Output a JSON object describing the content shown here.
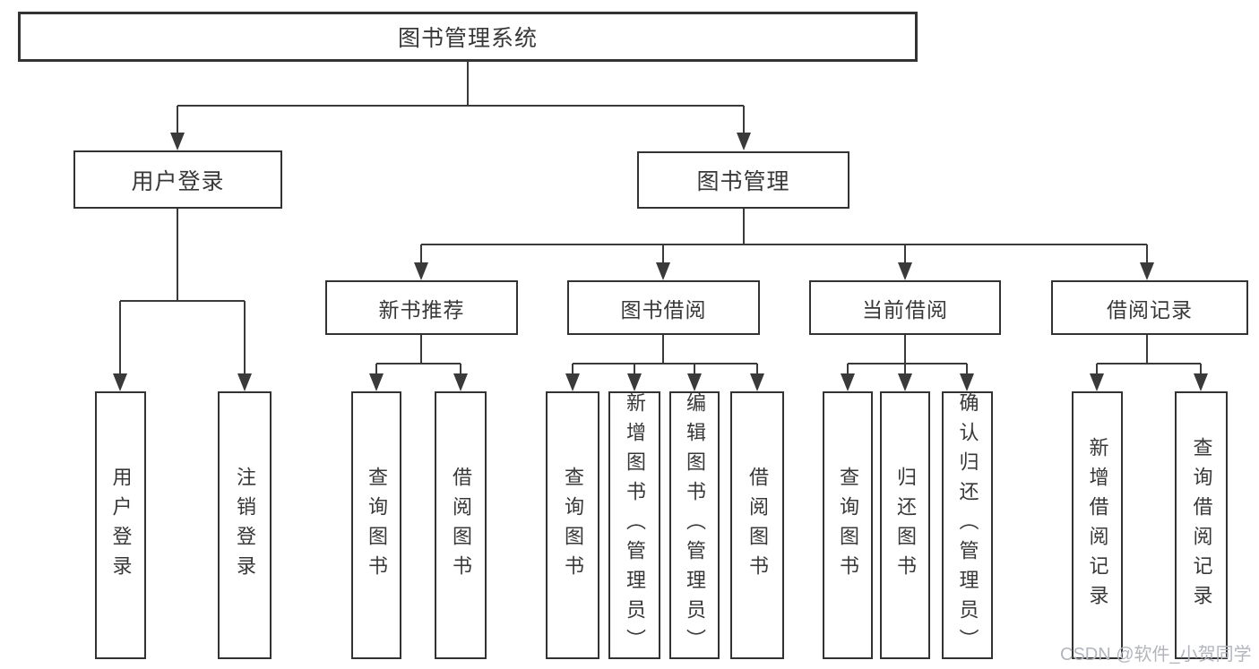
{
  "diagram_type": "hierarchy-tree",
  "tree": {
    "label": "图书管理系统",
    "children": [
      {
        "label": "用户登录",
        "children": [
          {
            "label": "用户登录"
          },
          {
            "label": "注销登录"
          }
        ]
      },
      {
        "label": "图书管理",
        "children": [
          {
            "label": "新书推荐",
            "children": [
              {
                "label": "查询图书"
              },
              {
                "label": "借阅图书"
              }
            ]
          },
          {
            "label": "图书借阅",
            "children": [
              {
                "label": "查询图书"
              },
              {
                "label": "新增图书（管理员）"
              },
              {
                "label": "编辑图书（管理员）"
              },
              {
                "label": "借阅图书"
              }
            ]
          },
          {
            "label": "当前借阅",
            "children": [
              {
                "label": "查询图书"
              },
              {
                "label": "归还图书"
              },
              {
                "label": "确认归还（管理员）"
              }
            ]
          },
          {
            "label": "借阅记录",
            "children": [
              {
                "label": "新增借阅记录"
              },
              {
                "label": "查询借阅记录"
              }
            ]
          }
        ]
      }
    ]
  },
  "watermark": {
    "text": "CSDN @软件_小贺同学",
    "color": "#b2b6bc"
  },
  "colors": {
    "line": "#3a3a3a",
    "box_border": "#333333",
    "text": "#383838",
    "background": "#ffffff"
  }
}
